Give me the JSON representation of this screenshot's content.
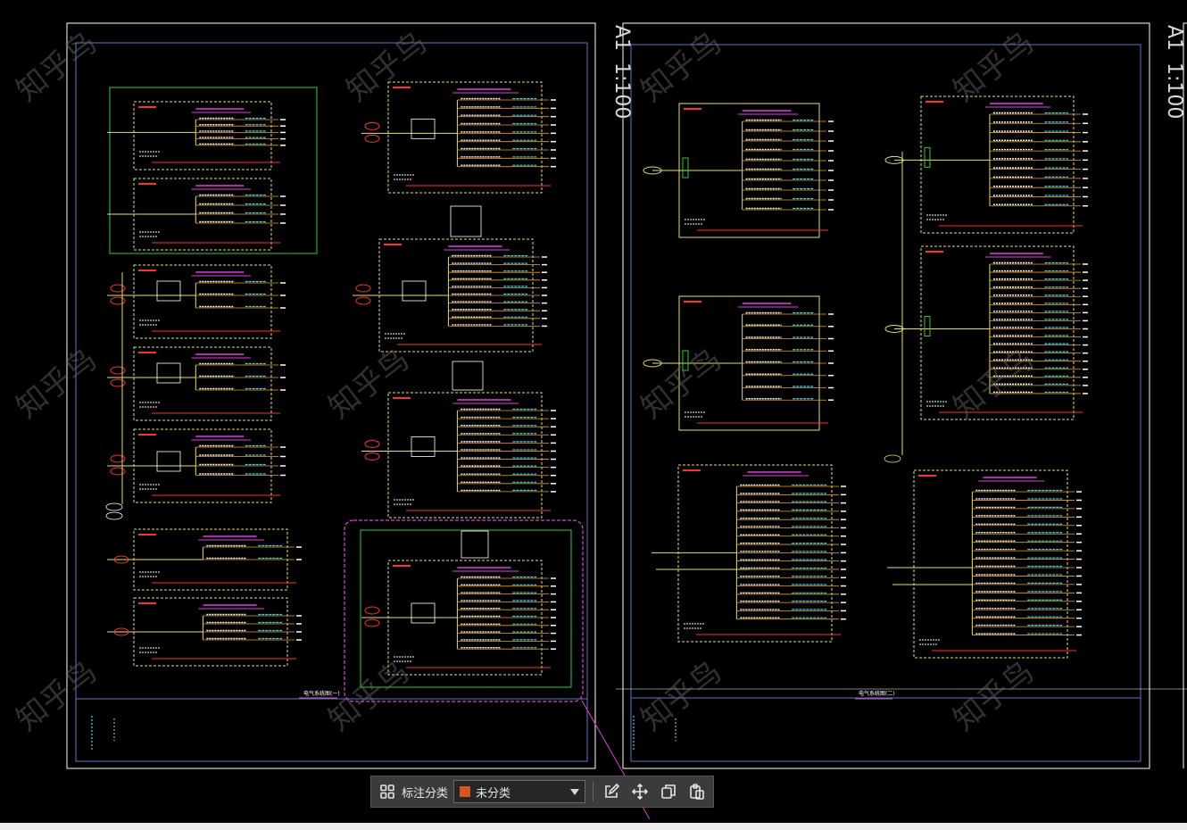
{
  "sheets": {
    "left_title": "电气系统图(一)",
    "right_title": "电气系统图(二)",
    "top_right_label_1": "A1",
    "top_right_label_2": "1:100",
    "top_right_label_3": "A1",
    "top_right_label_4": "1:100"
  },
  "watermark": {
    "text": "知乎鸟"
  },
  "toolbar": {
    "category_label": "标注分类",
    "selected_category": "未分类",
    "selected_color": "#d9541e",
    "icons": [
      "grid-icon",
      "edit-icon",
      "move-icon",
      "copy-icon",
      "paste-icon"
    ]
  },
  "colors": {
    "background": "#000000",
    "frame": "#ffffff",
    "inner_frame": "#5a78c8",
    "panel_yellow": "#e6e06a",
    "panel_green": "#2ecc40",
    "panel_magenta": "#e040e0",
    "cyan": "#3fd6e8",
    "red": "#ff3030",
    "watermark": "#6a6a6a"
  }
}
